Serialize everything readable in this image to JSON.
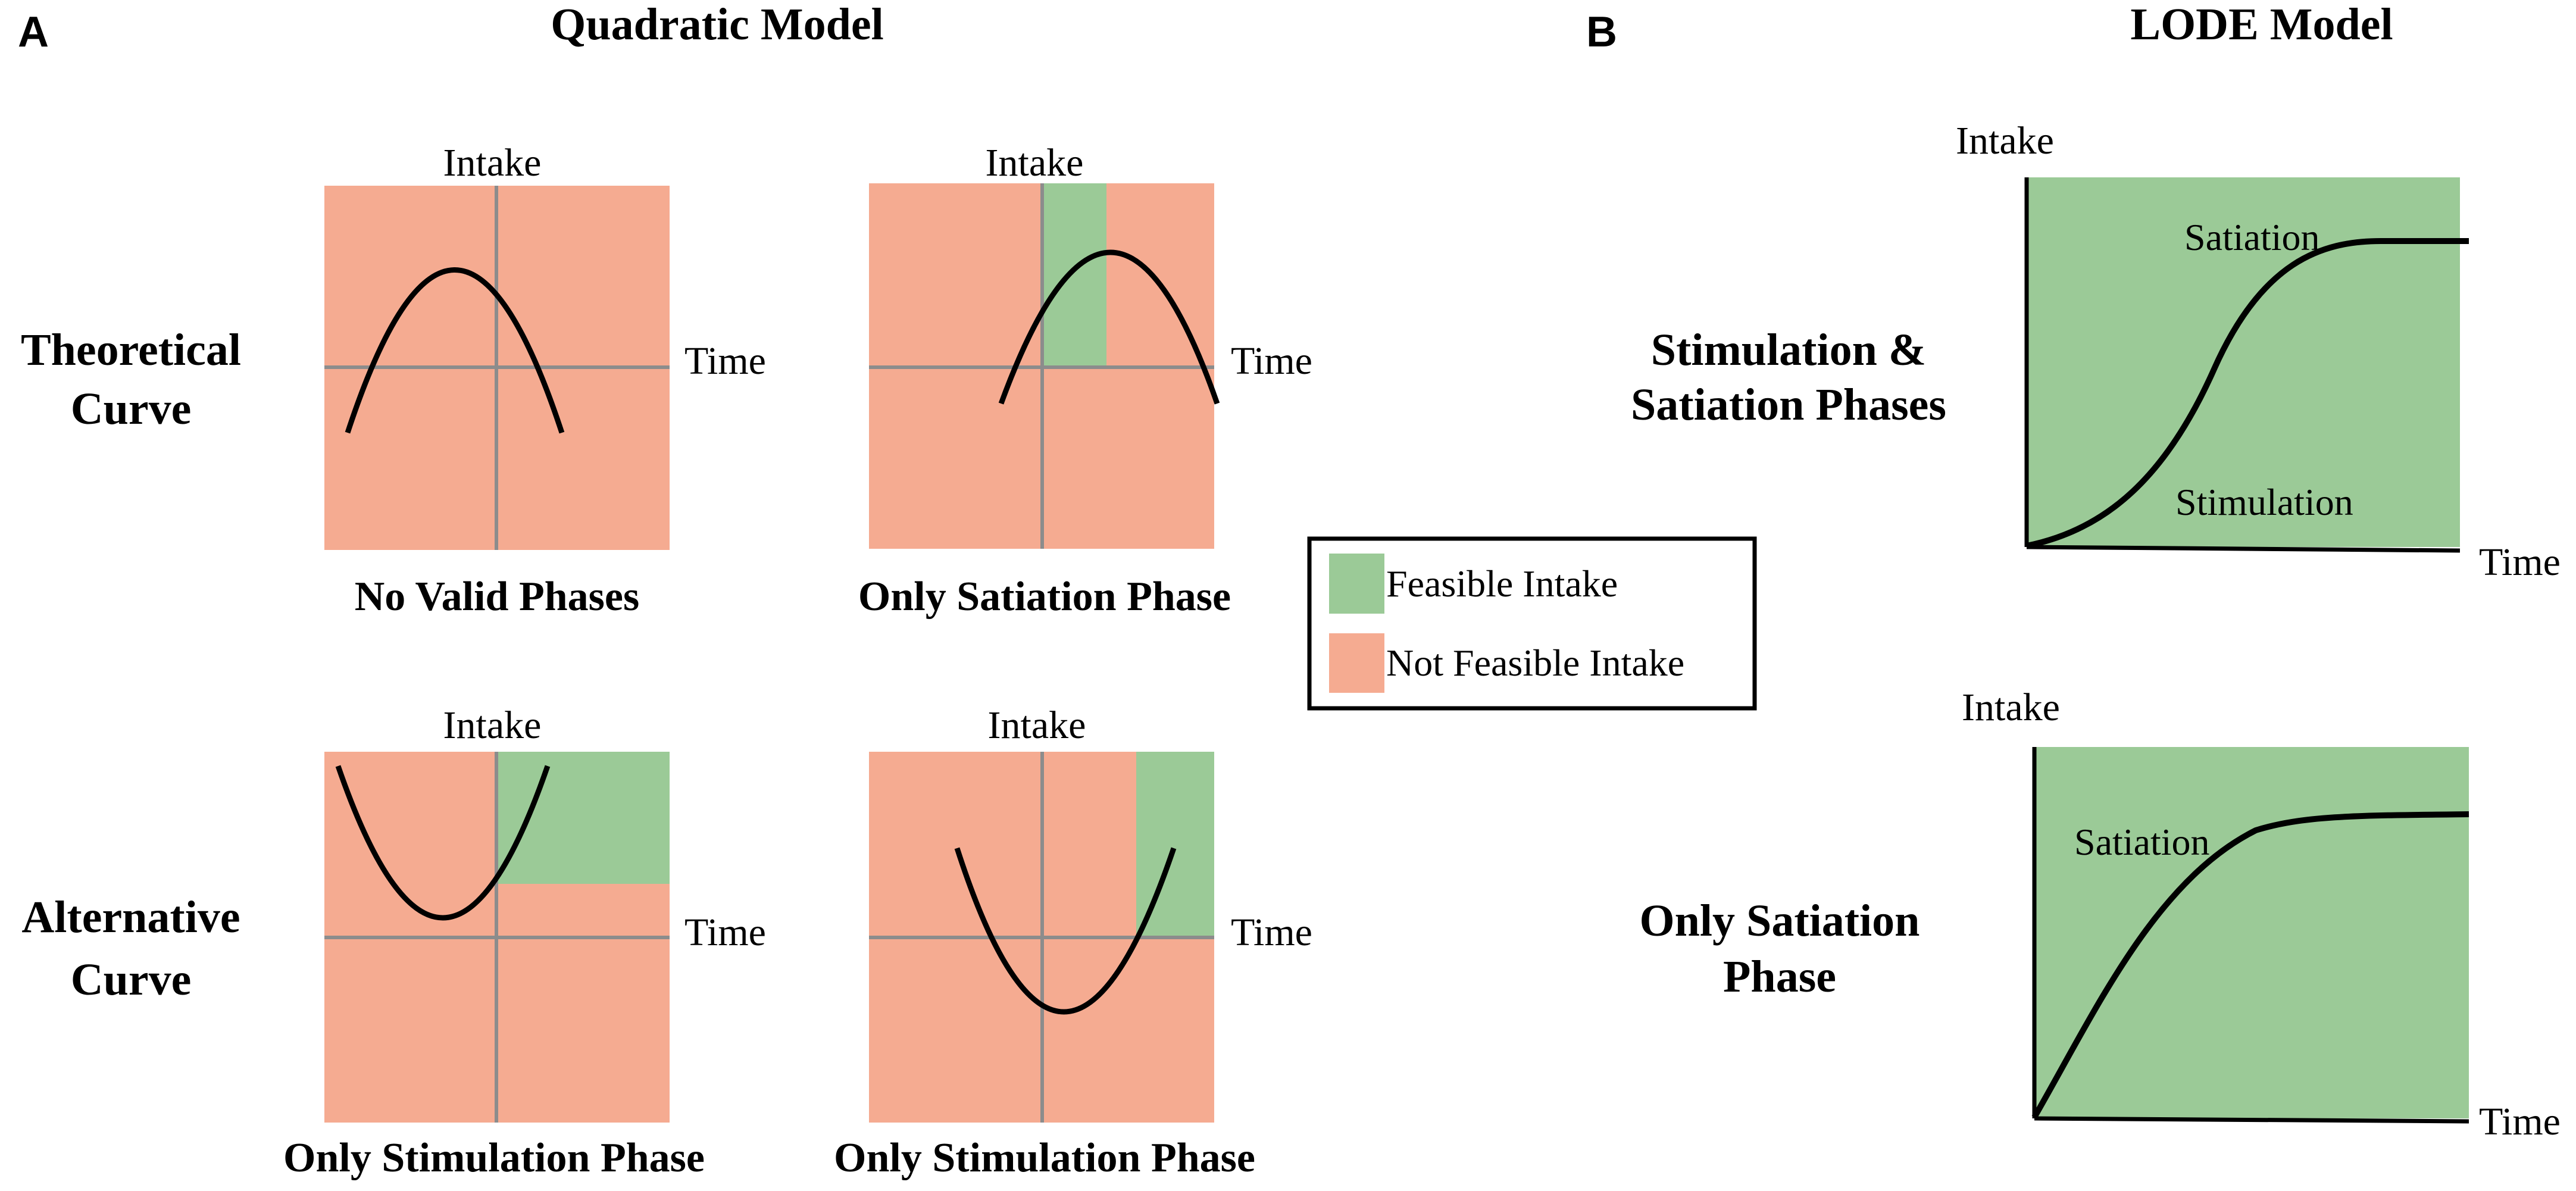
{
  "panel_a": {
    "letter": "A",
    "title": "Quadratic Model",
    "row_labels": [
      [
        "Theoretical",
        "Curve"
      ],
      [
        "Alternative",
        "Curve"
      ]
    ],
    "axis_x_label": "Time",
    "axis_y_label": "Intake",
    "plots": [
      {
        "caption": "No Valid Phases",
        "curve": "concave-down",
        "feasible_region": "none"
      },
      {
        "caption": "Only Satiation Phase",
        "curve": "concave-down",
        "feasible_region": "positive time, positive intake, up to curve peak"
      },
      {
        "caption": "Only Stimulation Phase",
        "curve": "concave-up",
        "feasible_region": "positive time, intake above curve vertex"
      },
      {
        "caption": "Only Stimulation Phase",
        "curve": "concave-up",
        "feasible_region": "time after curve vertex, positive intake"
      }
    ]
  },
  "panel_b": {
    "letter": "B",
    "title": "LODE Model",
    "row_labels": [
      [
        "Stimulation &",
        "Satiation Phases"
      ],
      [
        "Only Satiation",
        "Phase"
      ]
    ],
    "axis_x_label": "Time",
    "axis_y_label": "Intake",
    "plots": [
      {
        "curve": "sigmoid",
        "labels": [
          "Satiation",
          "Stimulation"
        ]
      },
      {
        "curve": "saturating",
        "labels": [
          "Satiation"
        ]
      }
    ]
  },
  "legend": {
    "items": [
      {
        "label": "Feasible Intake",
        "color": "#9bca97"
      },
      {
        "label": "Not Feasible Intake",
        "color": "#f5ab91"
      }
    ]
  },
  "colors": {
    "feasible": "#9bca97",
    "not_feasible": "#f5ab91",
    "axis_gray": "#8c8c8c",
    "curve": "#000000"
  }
}
